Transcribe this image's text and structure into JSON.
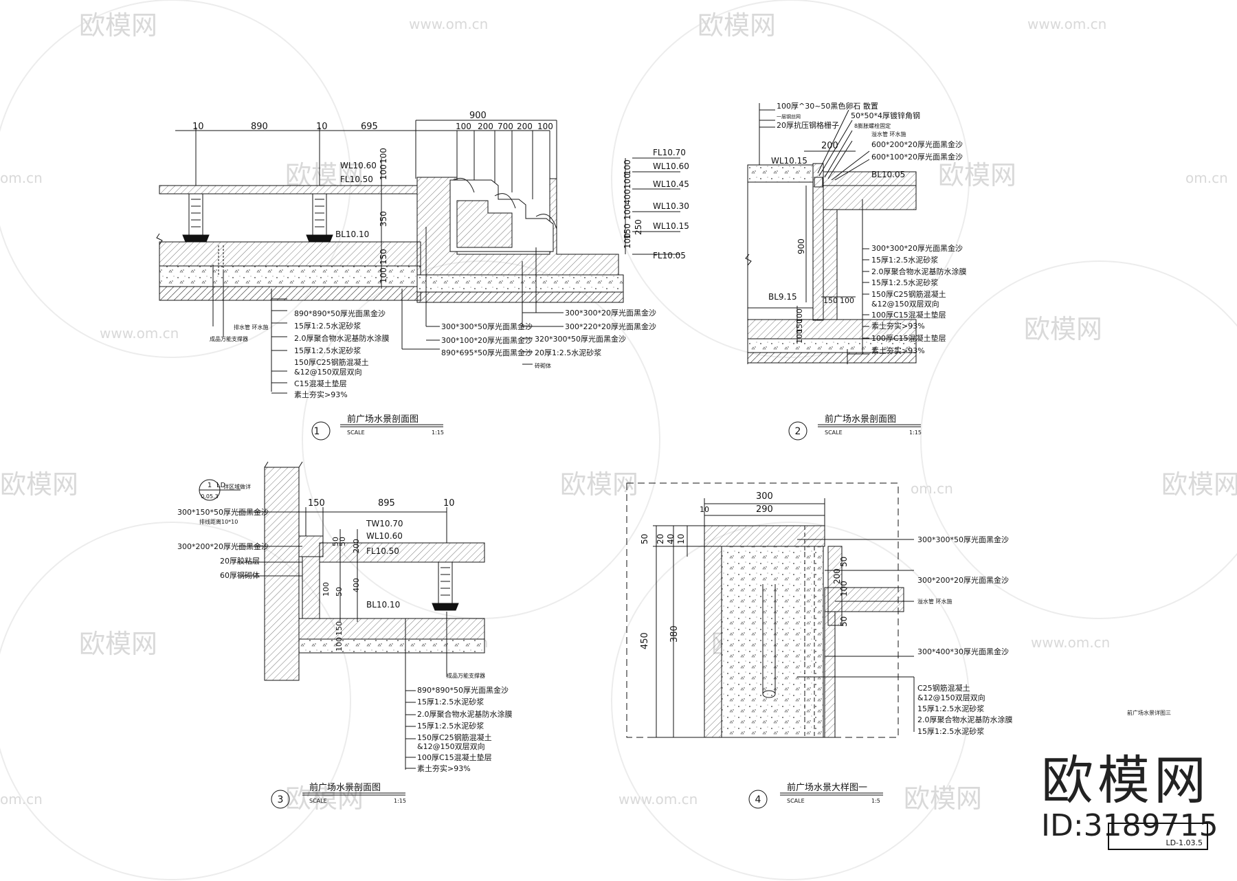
{
  "sheet": {
    "number": "LD-1.03.5",
    "brand": "欧模网",
    "brand_id": "ID:3189715",
    "watermark_logo": "欧模网",
    "watermark_url": "www.om.cn",
    "watermark_url_short": "om.cn",
    "side_note": "前广场水景详图三"
  },
  "views": [
    {
      "number": "1",
      "title": "前广场水景剖面图",
      "scale_label": "SCALE",
      "scale": "1:15",
      "dims_top": [
        "10",
        "890",
        "10",
        "695",
        "900",
        "100",
        "200",
        "700",
        "200",
        "100"
      ],
      "dims_vertical": [
        "100",
        "100",
        "350",
        "150",
        "100",
        "100",
        "100",
        "400",
        "100",
        "150",
        "250",
        "100"
      ],
      "levels": [
        "WL10.60",
        "FL10.50",
        "BL10.10",
        "FL10.70",
        "WL10.60",
        "WL10.45",
        "WL10.30",
        "WL10.15",
        "FL10.05"
      ],
      "notes_left": [
        "排水管 环水施",
        "成品万能支撑器"
      ],
      "notes_bottom": [
        "890*890*50厚光面黑金沙",
        "15厚1:2.5水泥砂浆",
        "2.0厚聚合物水泥基防水涂膜",
        "15厚1:2.5水泥砂浆",
        "150厚C25钢筋混凝土",
        "&12@150双层双向",
        "C15混凝土垫层",
        "素土夯实>93%"
      ],
      "notes_mid": [
        "300*300*50厚光面黑金沙",
        "300*100*20厚光面黑金沙",
        "890*695*50厚光面黑金沙"
      ],
      "notes_right": [
        "300*300*20厚光面黑金沙",
        "300*220*20厚光面黑金沙",
        "320*300*50厚光面黑金沙",
        "20厚1:2.5水泥砂浆",
        "砖砌体"
      ]
    },
    {
      "number": "2",
      "title": "前广场水景剖面图",
      "scale_label": "SCALE",
      "scale": "1:15",
      "dims": [
        "200",
        "900",
        "150",
        "100",
        "100",
        "150",
        "100"
      ],
      "levels": [
        "WL10.15",
        "BL10.05",
        "BL9.15"
      ],
      "notes_top": [
        "100厚^30~50黑色卵石 散置",
        "一层钢丝网",
        "20厚抗压钢格栅子",
        "50*50*4厚镀锌角钢",
        "8膨胀螺栓固定",
        "溢水管 环水施",
        "600*200*20厚光面黑金沙",
        "600*100*20厚光面黑金沙"
      ],
      "notes_right": [
        "300*300*20厚光面黑金沙",
        "15厚1:2.5水泥砂浆",
        "2.0厚聚合物水泥基防水涂膜",
        "15厚1:2.5水泥砂浆",
        "150厚C25钢筋混凝土",
        "&12@150双层双向",
        "100厚C15混凝土垫层",
        "素土夯实>93%",
        "100厚C15混凝土垫层",
        "素土夯实>93%"
      ]
    },
    {
      "number": "3",
      "title": "前广场水景剖面图",
      "scale_label": "SCALE",
      "scale": "1:15",
      "ref_top": "1",
      "ref_mid": "LD",
      "ref_bottom": "0.05.3",
      "ref_note": "详区域做详",
      "dims": [
        "150",
        "895",
        "10",
        "50",
        "50",
        "200",
        "400",
        "100",
        "50",
        "150",
        "100"
      ],
      "levels": [
        "TW10.70",
        "WL10.60",
        "FL10.50",
        "BL10.10"
      ],
      "notes_left": [
        "300*150*50厚光面黑金沙",
        "排线距离10*10",
        "300*200*20厚光面黑金沙",
        "20厚胶粘层",
        "60厚钢砌体"
      ],
      "notes_right": [
        "成品万能支撑器"
      ],
      "notes_bottom": [
        "890*890*50厚光面黑金沙",
        "15厚1:2.5水泥砂浆",
        "2.0厚聚合物水泥基防水涂膜",
        "15厚1:2.5水泥砂浆",
        "150厚C25钢筋混凝土",
        "&12@150双层双向",
        "100厚C15混凝土垫层",
        "素土夯实>93%"
      ]
    },
    {
      "number": "4",
      "title": "前广场水景大样图一",
      "scale_label": "SCALE",
      "scale": "1:5",
      "dims": [
        "300",
        "290",
        "10",
        "50",
        "20",
        "40",
        "10",
        "450",
        "380",
        "50",
        "200",
        "100",
        "50"
      ],
      "notes": [
        "300*300*50厚光面黑金沙",
        "300*200*20厚光面黑金沙",
        "溢水管 环水施",
        "300*400*30厚光面黑金沙",
        "C25钢筋混凝土",
        "&12@150双层双向",
        "15厚1:2.5水泥砂浆",
        "2.0厚聚合物水泥基防水涂膜",
        "15厚1:2.5水泥砂浆"
      ]
    }
  ]
}
